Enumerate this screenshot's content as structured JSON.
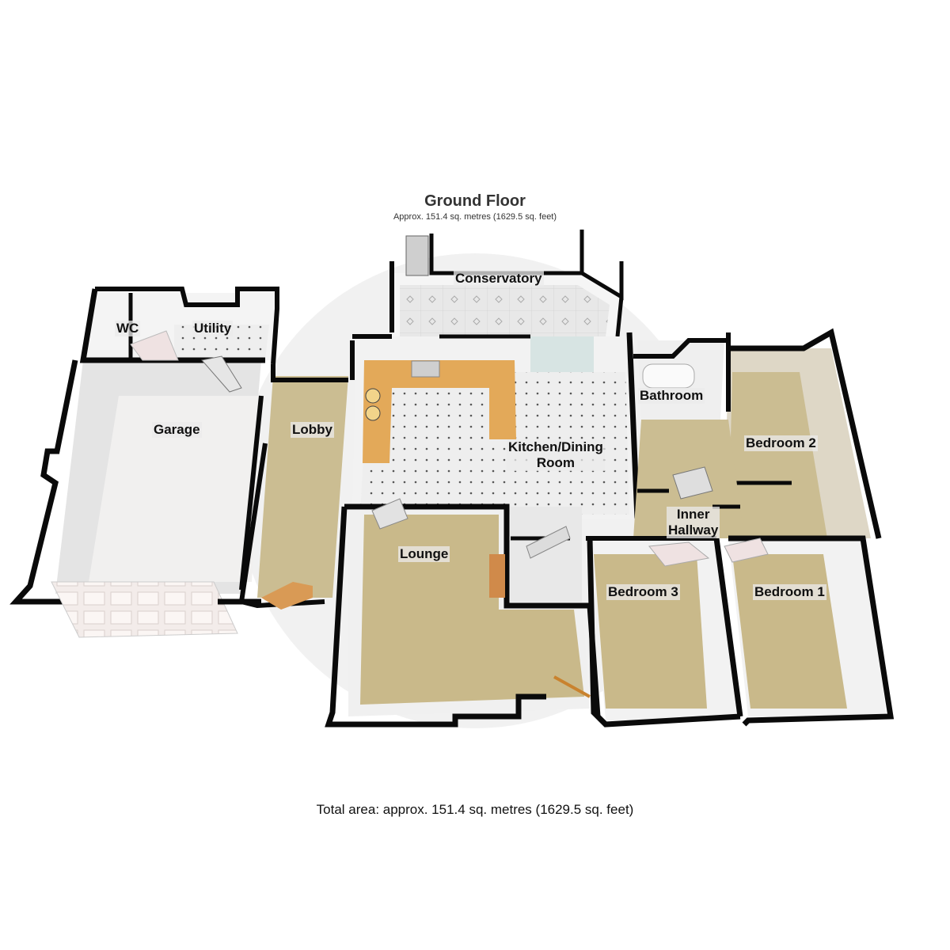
{
  "header": {
    "floor_title": "Ground Floor",
    "floor_area": "Approx. 151.4 sq. metres (1629.5 sq. feet)"
  },
  "rooms": [
    {
      "id": "conservatory",
      "label": "Conservatory"
    },
    {
      "id": "wc",
      "label": "WC"
    },
    {
      "id": "utility",
      "label": "Utility"
    },
    {
      "id": "garage",
      "label": "Garage"
    },
    {
      "id": "lobby",
      "label": "Lobby"
    },
    {
      "id": "kitchen",
      "label": "Kitchen/Dining Room",
      "line1": "Kitchen/Dining",
      "line2": "Room"
    },
    {
      "id": "bathroom",
      "label": "Bathroom"
    },
    {
      "id": "bedroom2",
      "label": "Bedroom 2"
    },
    {
      "id": "inner_hallway",
      "label": "Inner Hallway",
      "line1": "Inner",
      "line2": "Hallway"
    },
    {
      "id": "lounge",
      "label": "Lounge"
    },
    {
      "id": "bedroom3",
      "label": "Bedroom 3"
    },
    {
      "id": "bedroom1",
      "label": "Bedroom 1"
    }
  ],
  "footer": {
    "total_area": "Total area: approx. 151.4 sq. metres (1629.5 sq. feet)"
  },
  "colors": {
    "wall": "#0a0a0a",
    "carpet": "#c9b98a",
    "tile": "#ececec",
    "worktop": "#e0a850",
    "glass": "#bfe3df",
    "watermark": "#e6e6e6"
  }
}
